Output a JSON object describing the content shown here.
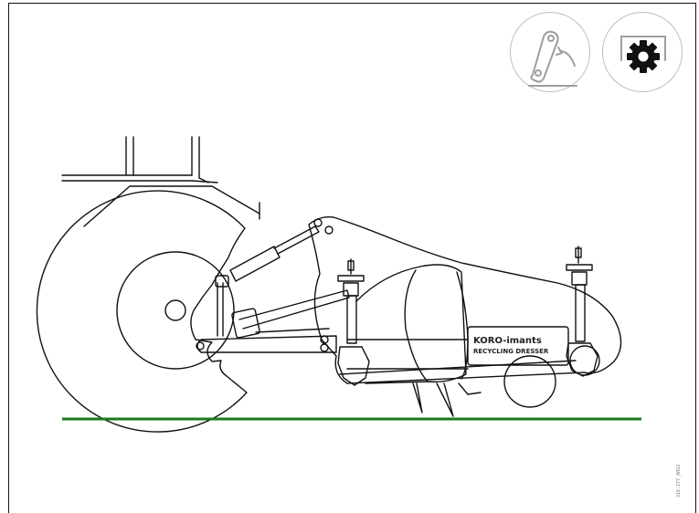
{
  "diagram": {
    "brand_name": "KORO-imants",
    "product_name": "RECYCLING DRESSER",
    "drawing_code": "316-277_ARG3",
    "ground_color": "#1b7a1b",
    "line_color": "#111111",
    "button_border_color": "#bdbdbd"
  },
  "controls": {
    "lift_button_icon": "lift-arm-icon",
    "settings_button_icon": "gear-icon"
  }
}
